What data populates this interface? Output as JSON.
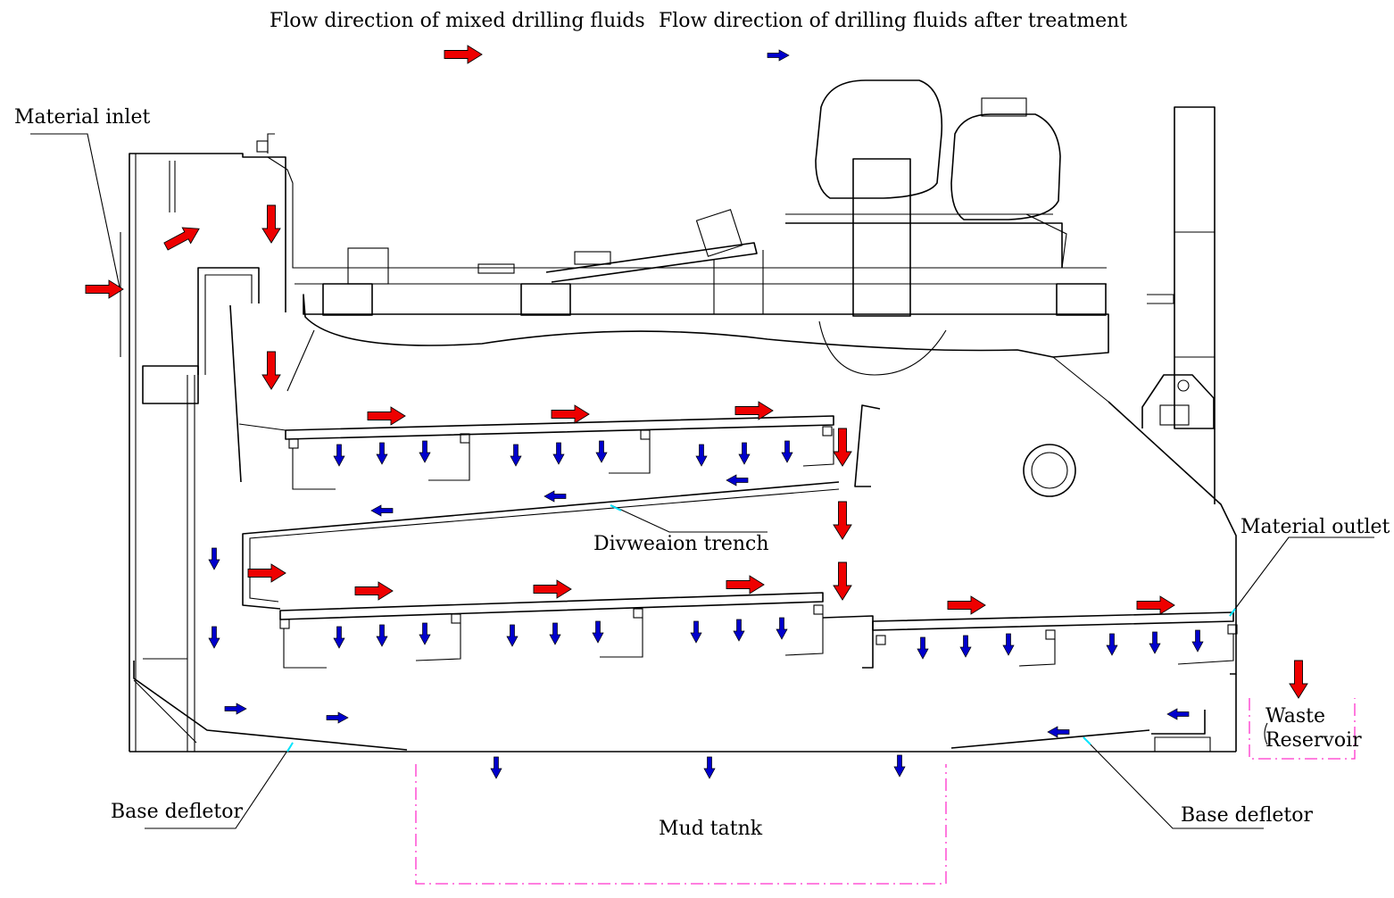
{
  "legend": {
    "mixed_label": "Flow direction of mixed drilling fluids",
    "treated_label": "Flow direction of drilling fluids after treatment"
  },
  "labels": {
    "material_inlet": "Material inlet",
    "material_outlet": "Material outlet",
    "diversion_trench": "Divweaion trench",
    "base_deflector_left": "Base defletor",
    "base_deflector_right": "Base defletor",
    "mud_tank": "Mud tatnk",
    "waste_reservoir_line1": "Waste",
    "waste_reservoir_line2": "Reservoir"
  },
  "colors": {
    "mixed_flow": "#ee0000",
    "treated_flow": "#0000cc",
    "outline": "#000000",
    "tank_outline": "#ff33cc",
    "leader_tip": "#00e5ff"
  },
  "icons": {
    "mixed_flow": "red-arrow-icon",
    "treated_flow": "blue-arrow-icon"
  }
}
